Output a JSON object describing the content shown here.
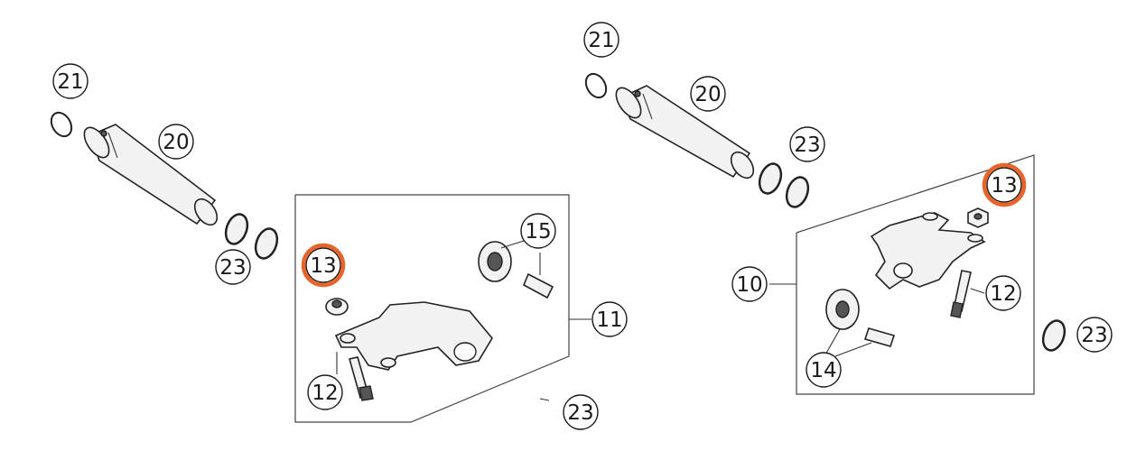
{
  "callouts": {
    "left_21": "21",
    "left_20": "20",
    "left_23a": "23",
    "left_13": "13",
    "left_15": "15",
    "left_11": "11",
    "left_12": "12",
    "left_23b": "23",
    "right_21": "21",
    "right_20": "20",
    "right_23a": "23",
    "right_13": "13",
    "right_10": "10",
    "right_12": "12",
    "right_14": "14",
    "right_23b": "23"
  },
  "colors": {
    "highlight": "#e8642a",
    "ink": "#1a1a1a"
  }
}
